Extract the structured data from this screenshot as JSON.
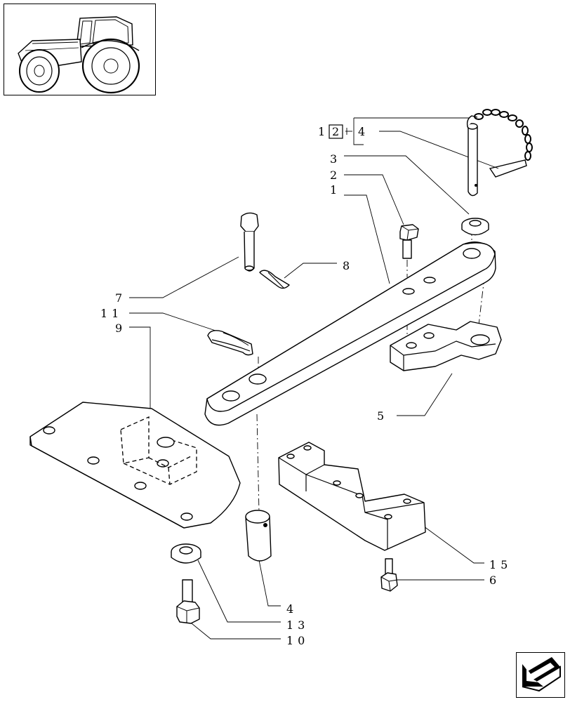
{
  "labels": {
    "l1_ref": "1",
    "l2_boxed": "2",
    "l4_top": "4",
    "l3": "3",
    "l2": "2",
    "l1": "1",
    "l8": "8",
    "l7": "7",
    "l11": "11",
    "l9": "9",
    "l5": "5",
    "l4_bottom": "4",
    "l13": "13",
    "l10": "10",
    "l15": "15",
    "l6": "6"
  },
  "icons": {
    "tractor": "tractor-thumbnail",
    "next_page": "arrow-next-page-icon"
  }
}
